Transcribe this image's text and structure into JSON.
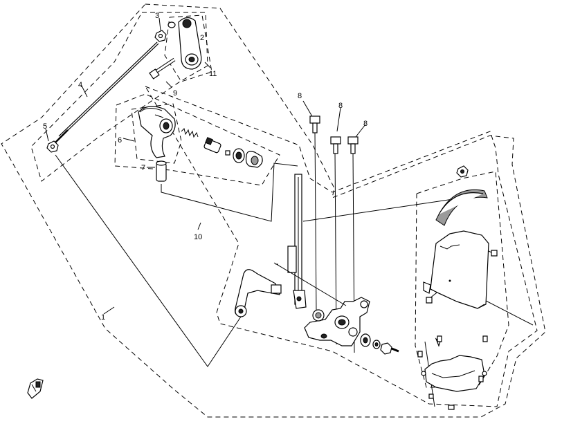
{
  "labels": {
    "l1": "1",
    "l2": "2",
    "l3": "3",
    "l4": "4",
    "l5": "5",
    "l6": "6",
    "l7": "7",
    "l8a": "8",
    "l8b": "8",
    "l8c": "8",
    "l9": "9",
    "l10": "10",
    "l11": "11"
  },
  "icons": {
    "orientation": "front-arrow-icon"
  }
}
